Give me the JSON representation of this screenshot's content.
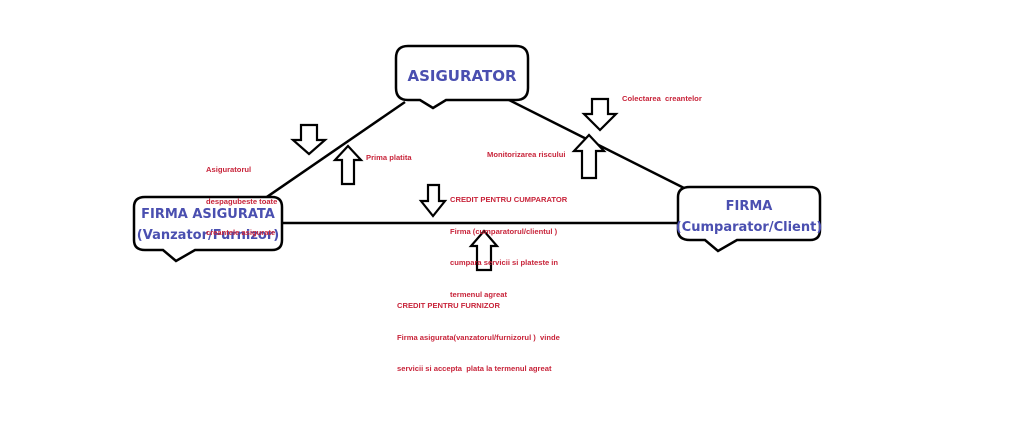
{
  "colors": {
    "node_text": "#4a4fb0",
    "annotation_text": "#c8243a",
    "lines": "#000000",
    "background": "#ffffff"
  },
  "nodes": {
    "insurer": {
      "label": "ASIGURATOR"
    },
    "insured_company": {
      "line1": "FIRMA ASIGURATA",
      "line2": "(Vanzator/Furnizor)"
    },
    "buyer_company": {
      "line1": "FIRMA",
      "line2": "(Cumparator/Client)"
    }
  },
  "annotations": {
    "insurer_pays": {
      "lines": [
        "Asiguratorul",
        "despagubeste toate",
        "creantele asigurate"
      ]
    },
    "premium_paid": {
      "text": "Prima platita"
    },
    "debt_collection": {
      "text": "Colectarea  creantelor"
    },
    "risk_monitoring": {
      "text": "Monitorizarea riscului"
    },
    "buyer_credit": {
      "title": "CREDIT PENTRU CUMPARATOR",
      "lines": [
        "Firma (cumparatorul/clientul )",
        "cumpara servicii si plateste in",
        "termenul agreat"
      ]
    },
    "supplier_credit": {
      "title": "CREDIT PENTRU FURNIZOR",
      "lines": [
        "Firma asigurata(vanzatorul/furnizorul )  vinde",
        "servicii si accepta  plata la termenul agreat"
      ]
    }
  },
  "arrows": [
    {
      "name": "arrow-insurer-to-insured",
      "direction": "down"
    },
    {
      "name": "arrow-insured-to-insurer",
      "direction": "up"
    },
    {
      "name": "arrow-insurer-to-buyer",
      "direction": "down"
    },
    {
      "name": "arrow-buyer-to-insurer",
      "direction": "up"
    },
    {
      "name": "arrow-buyer-credit",
      "direction": "down"
    },
    {
      "name": "arrow-supplier-credit",
      "direction": "up"
    }
  ]
}
